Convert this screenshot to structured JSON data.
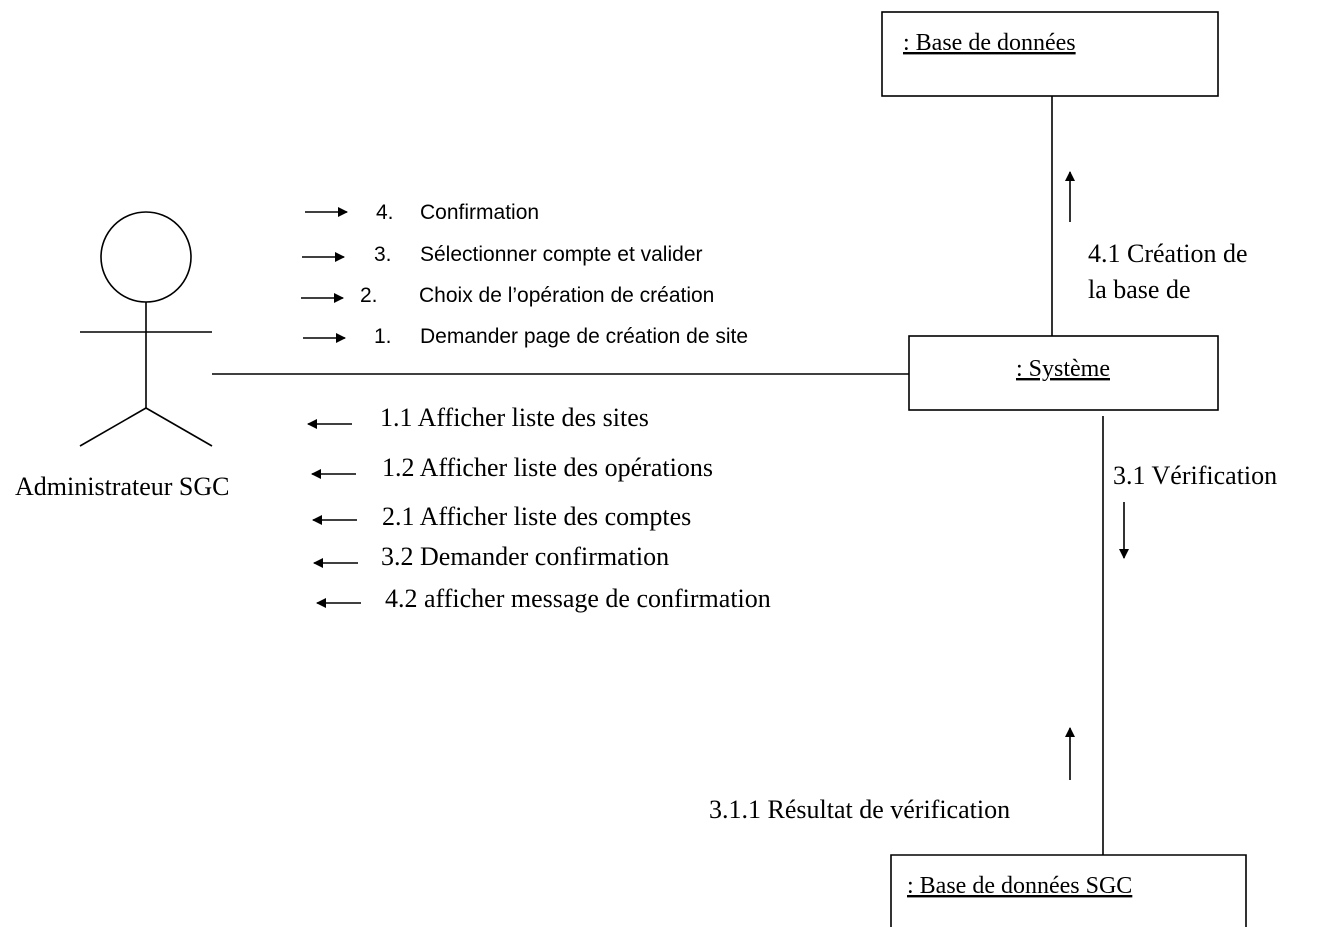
{
  "objects": {
    "db_top": ": Base de données",
    "system": ": Système",
    "db_sgc": ": Base de données  SGC"
  },
  "actor": {
    "label": "Administrateur SGC"
  },
  "messages_to_system": [
    {
      "number": "4.",
      "text": "Confirmation"
    },
    {
      "number": "3.",
      "text": "Sélectionner compte et valider"
    },
    {
      "number": "2.",
      "text": "Choix de l’opération de création"
    },
    {
      "number": "1.",
      "text": "Demander page de création de site"
    }
  ],
  "messages_to_actor": [
    "1.1  Afficher liste des sites",
    "1.2  Afficher liste des opérations",
    "2.1  Afficher liste des comptes",
    "3.2  Demander confirmation",
    "4.2  afficher message de confirmation"
  ],
  "system_to_db": {
    "line1": "4.1 Création de",
    "line2": "la base de"
  },
  "verification": "3.1  Vérification",
  "verification_result": "3.1.1  Résultat de vérification"
}
